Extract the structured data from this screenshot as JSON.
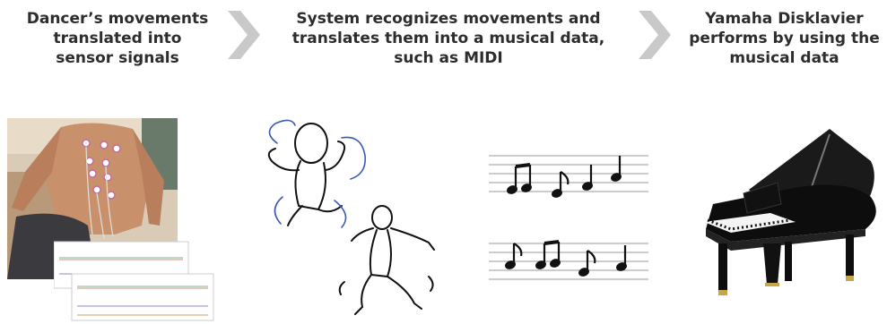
{
  "steps": [
    {
      "lines": [
        "Dancer’s movements",
        "translated into",
        "sensor signals"
      ]
    },
    {
      "lines": [
        "System recognizes movements and",
        "translates them into a musical data,",
        "such as MIDI"
      ]
    },
    {
      "lines": [
        "Yamaha Disklavier",
        "performs by using the",
        "musical data"
      ]
    }
  ],
  "icons": {
    "arrow": "chevron-right-icon",
    "note": "music-note-icon"
  },
  "colors": {
    "text": "#2d2d2d",
    "chevron": "#c9c9c9",
    "ink": "#111111"
  }
}
